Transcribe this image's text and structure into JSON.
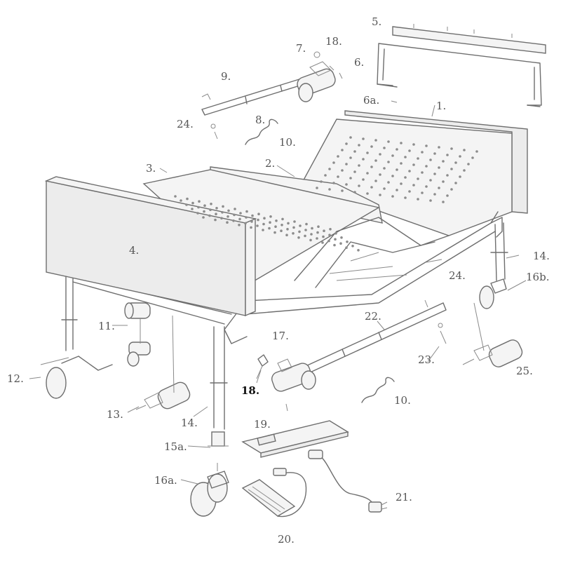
{
  "diagram": {
    "labels": [
      {
        "id": "p1",
        "text": "1."
      },
      {
        "id": "p2",
        "text": "2."
      },
      {
        "id": "p3",
        "text": "3."
      },
      {
        "id": "p4",
        "text": "4."
      },
      {
        "id": "p5",
        "text": "5."
      },
      {
        "id": "p6",
        "text": "6."
      },
      {
        "id": "p6a",
        "text": "6a."
      },
      {
        "id": "p7",
        "text": "7."
      },
      {
        "id": "p8",
        "text": "8."
      },
      {
        "id": "p9",
        "text": "9."
      },
      {
        "id": "p10a",
        "text": "10."
      },
      {
        "id": "p10b",
        "text": "10."
      },
      {
        "id": "p11",
        "text": "11."
      },
      {
        "id": "p12",
        "text": "12."
      },
      {
        "id": "p13",
        "text": "13."
      },
      {
        "id": "p14a",
        "text": "14."
      },
      {
        "id": "p14b",
        "text": "14."
      },
      {
        "id": "p15a",
        "text": "15a."
      },
      {
        "id": "p16a",
        "text": "16a."
      },
      {
        "id": "p16b",
        "text": "16b."
      },
      {
        "id": "p17",
        "text": "17."
      },
      {
        "id": "p18a",
        "text": "18."
      },
      {
        "id": "p18b",
        "text": "18.",
        "emphasis": true
      },
      {
        "id": "p19",
        "text": "19."
      },
      {
        "id": "p20",
        "text": "20."
      },
      {
        "id": "p21",
        "text": "21."
      },
      {
        "id": "p22",
        "text": "22."
      },
      {
        "id": "p23",
        "text": "23."
      },
      {
        "id": "p24a",
        "text": "24."
      },
      {
        "id": "p24b",
        "text": "24."
      },
      {
        "id": "p25",
        "text": "25."
      }
    ]
  }
}
